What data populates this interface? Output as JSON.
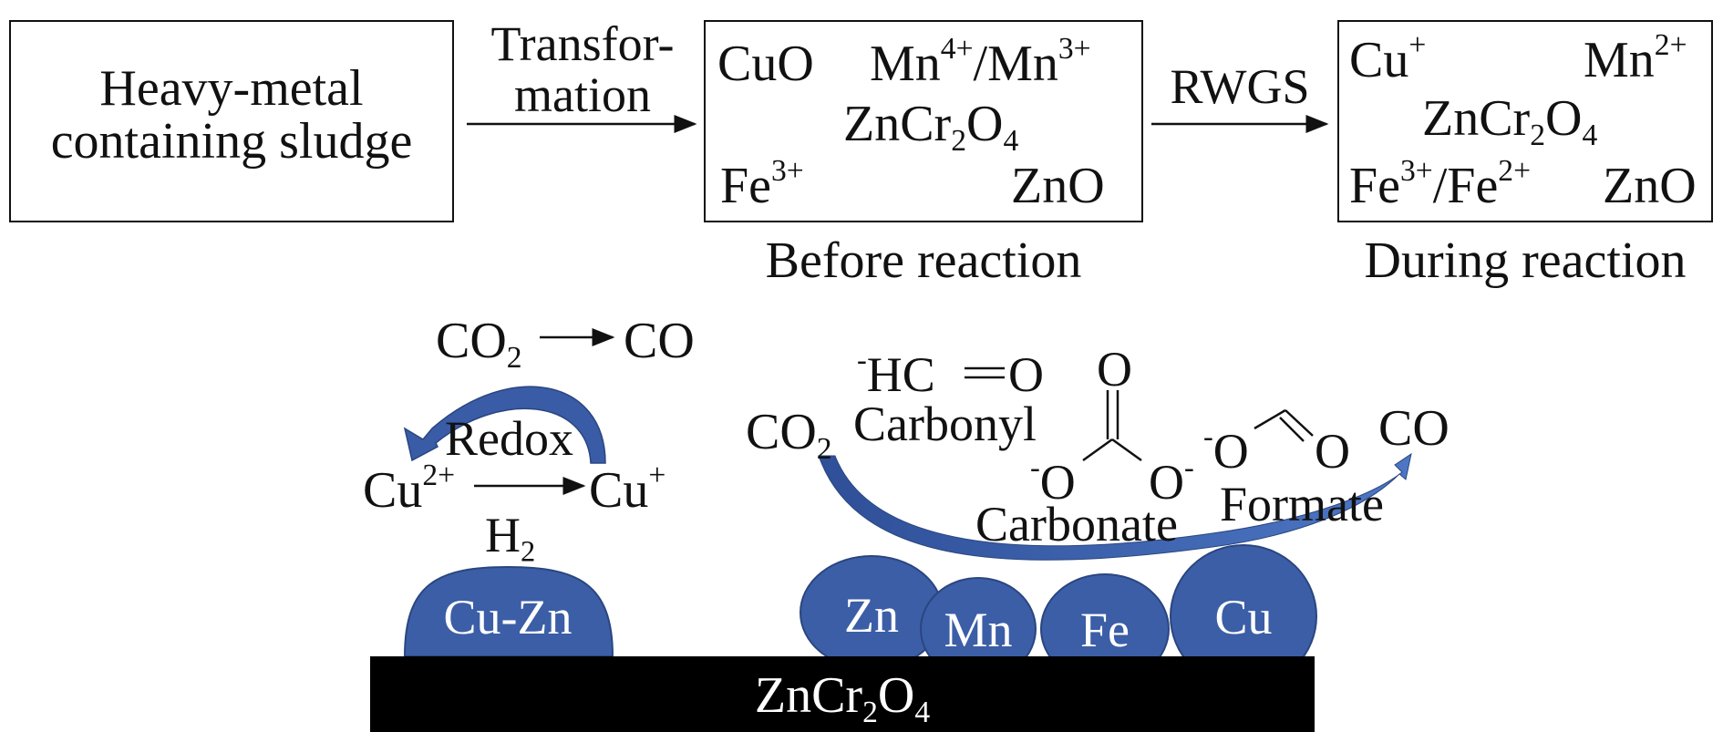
{
  "top": {
    "sludge_line1": "Heavy-metal",
    "sludge_line2": "containing sludge",
    "transform_line1": "Transfor-",
    "transform_line2": "mation",
    "before": {
      "cuo": "CuO",
      "mn_a": "Mn",
      "mn_a_sup": "4+",
      "mn_sep": "/Mn",
      "mn_b_sup": "3+",
      "zncr_a": "ZnCr",
      "zncr_sub1": "2",
      "zncr_b": "O",
      "zncr_sub2": "4",
      "fe": "Fe",
      "fe_sup": "3+",
      "zno": "ZnO",
      "caption": "Before reaction"
    },
    "rwgs": "RWGS",
    "during": {
      "cu": "Cu",
      "cu_sup": "+",
      "mn": "Mn",
      "mn_sup": "2+",
      "zncr_a": "ZnCr",
      "zncr_sub1": "2",
      "zncr_b": "O",
      "zncr_sub2": "4",
      "fe_a": "Fe",
      "fe_a_sup": "3+",
      "fe_sep": "/Fe",
      "fe_b_sup": "2+",
      "zno": "ZnO",
      "caption": "During reaction"
    }
  },
  "mechanism": {
    "co2_left_a": "CO",
    "co2_left_sub": "2",
    "co_left": "CO",
    "redox": "Redox",
    "cu2_a": "Cu",
    "cu2_sup": "2+",
    "cu1_a": "Cu",
    "cu1_sup": "+",
    "h2_a": "H",
    "h2_sub": "2",
    "co2_mid_a": "CO",
    "co2_mid_sub": "2",
    "hc_minus": "-",
    "hc": "HC",
    "hc_o": "O",
    "carbonyl": "Carbonyl",
    "carbonate_o_top": "O",
    "carbonate_o_left_minus": "-",
    "carbonate_o_left": "O",
    "carbonate_o_right": "O",
    "carbonate_o_right_minus": "-",
    "carbonate": "Carbonate",
    "formate_o_left_minus": "-",
    "formate_o_left": "O",
    "formate_o_right": "O",
    "formate": "Formate",
    "co_right": "CO",
    "particles": {
      "cuzn": "Cu-Zn",
      "zn": "Zn",
      "mn": "Mn",
      "fe": "Fe",
      "cu": "Cu"
    },
    "support_a": "ZnCr",
    "support_sub1": "2",
    "support_b": "O",
    "support_sub2": "4"
  },
  "colors": {
    "particle_fill": "#3b5ea6",
    "particle_stroke": "#2a4680",
    "arrow_fill": "#3a5ba5",
    "support_fill": "#000000",
    "line": "#111111"
  }
}
